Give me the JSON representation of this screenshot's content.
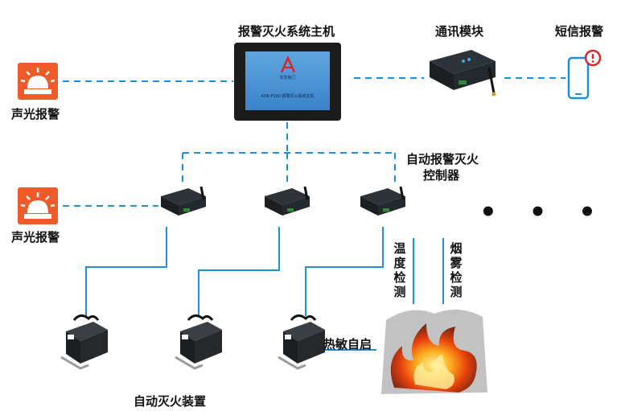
{
  "labels": {
    "host": "报警灭火系统主机",
    "comm_module": "通讯模块",
    "sms_alarm": "短信报警",
    "sound_light_1": "声光报警",
    "sound_light_2": "声光报警",
    "controller_line1": "自动报警灭火",
    "controller_line2": "控制器",
    "temp_detect": "温度检测",
    "smoke_detect": "烟雾检测",
    "heat_trigger": "热敏自启",
    "auto_device": "自动灭火装置",
    "ellipsis": "• • •"
  },
  "host_screen": {
    "logo_text": "安防制门",
    "caption": "AXB-F100 报警灭火系统主机"
  },
  "colors": {
    "dashed_line": "#1f8fd6",
    "solid_line": "#1f8fd6",
    "alarm_orange": "#f05a28",
    "screen_blue": "#3a83c9",
    "fire_orange": "#ff6a00"
  },
  "icons": [
    "siren-icon",
    "touchscreen-host",
    "modem-icon",
    "phone-alert-icon",
    "router-icon",
    "extinguisher-icon",
    "fire-image"
  ]
}
